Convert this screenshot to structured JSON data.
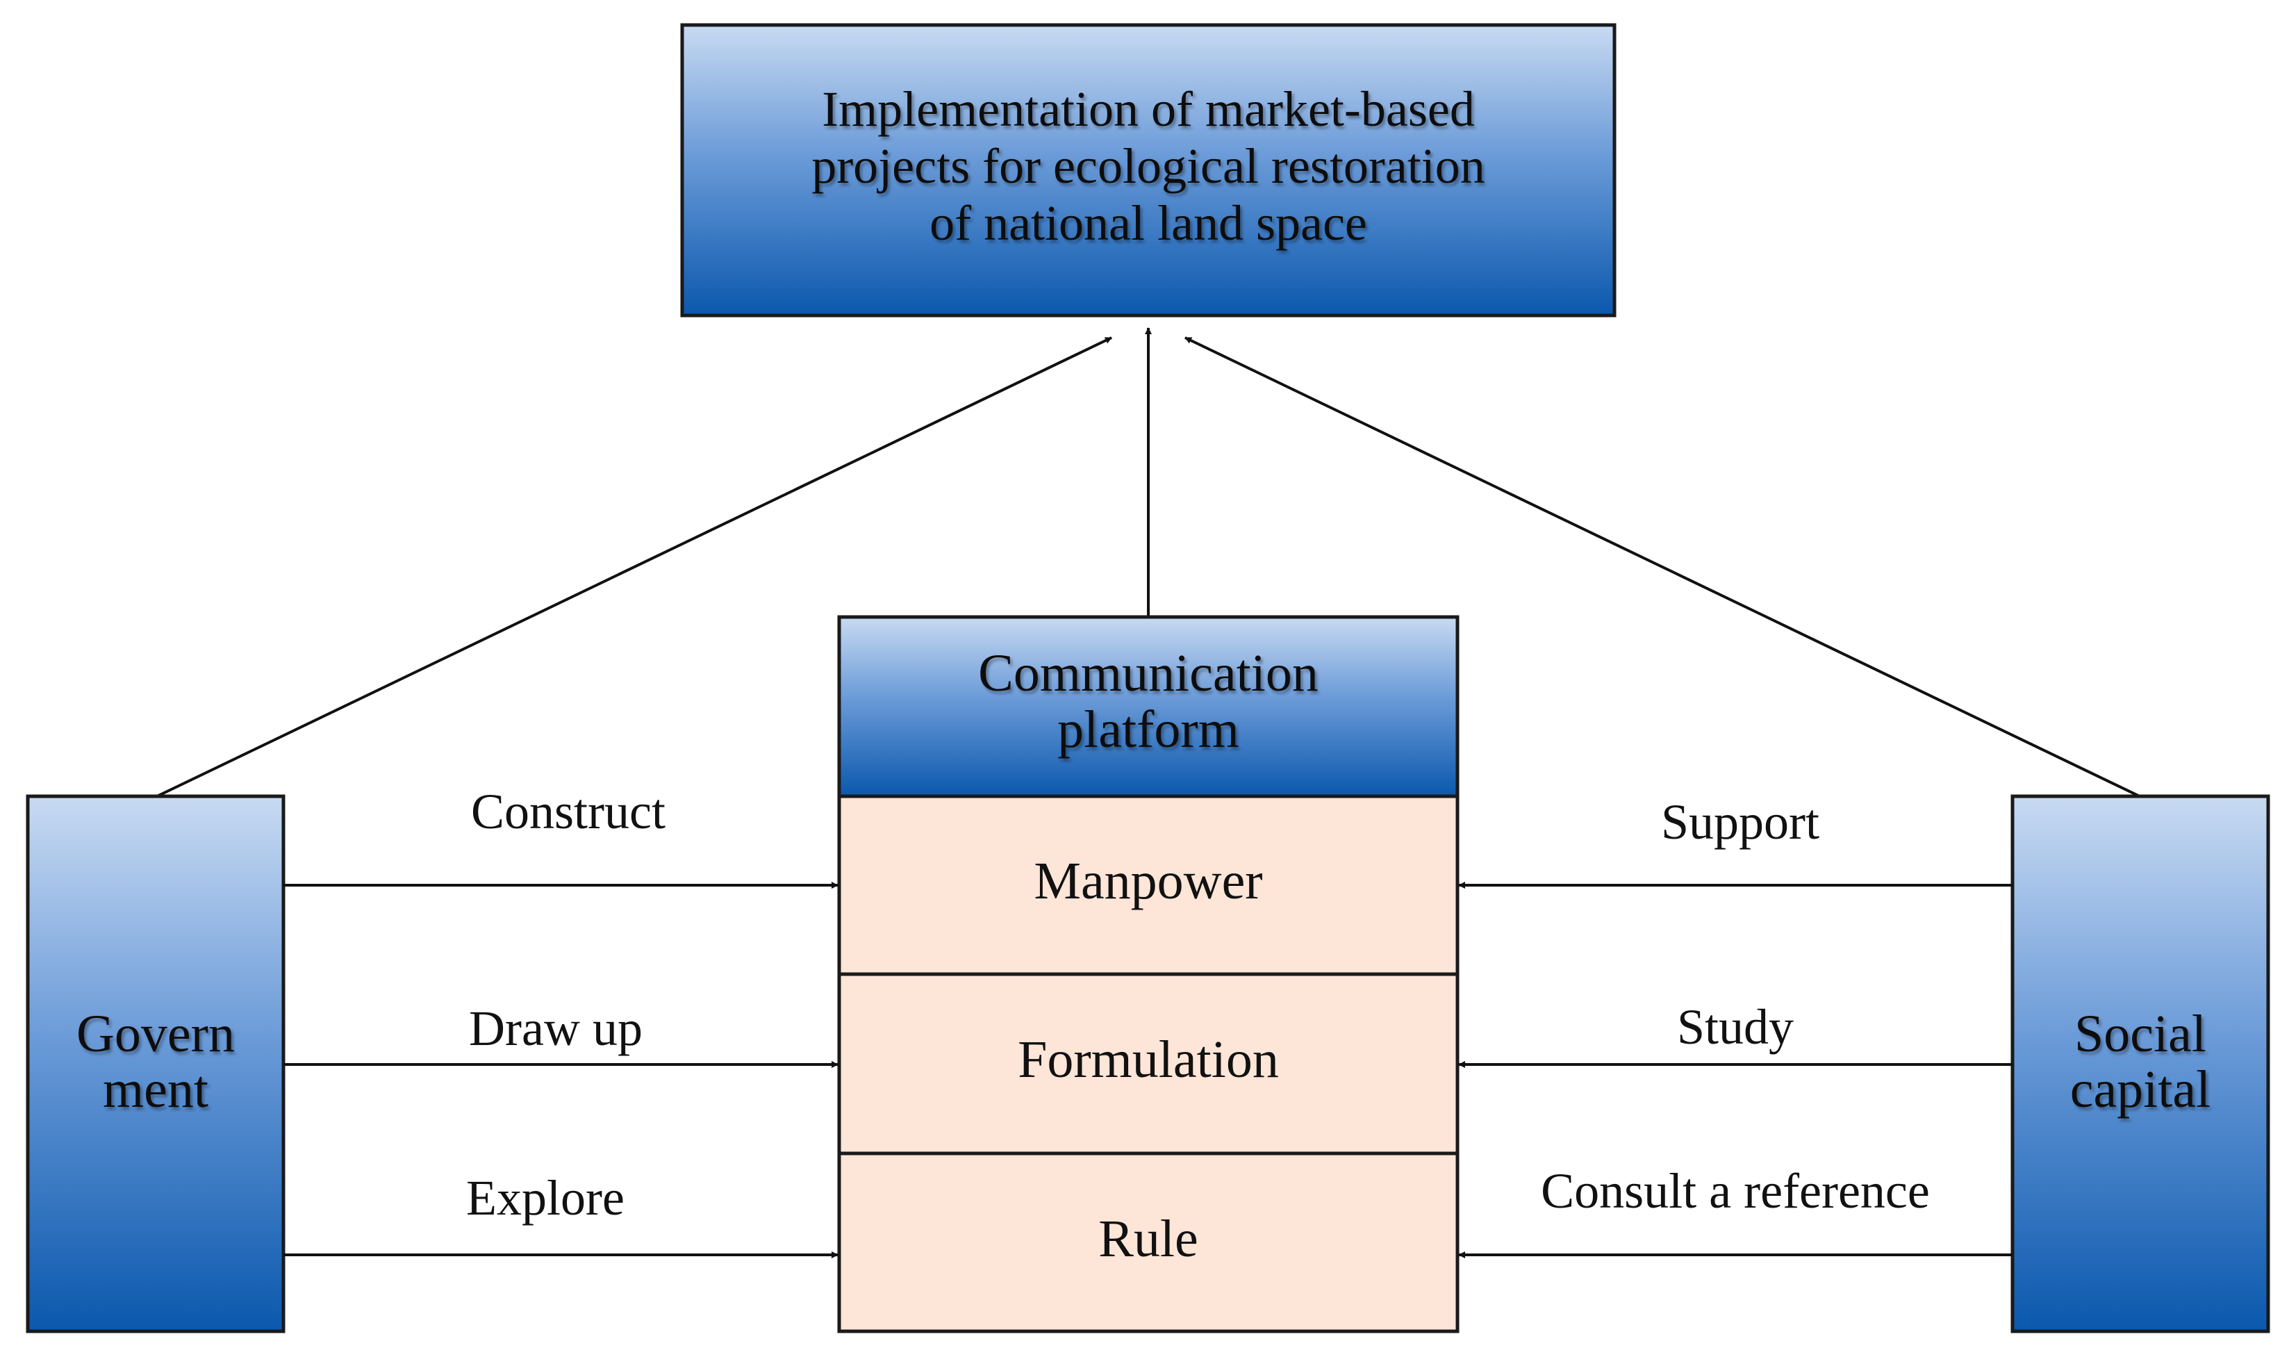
{
  "colors": {
    "blue_top": "#c6d9f1",
    "blue_bottom": "#0a5ab0",
    "peach_fill": "#fde5d8",
    "border": "#1a1a1a",
    "text": "#111111"
  },
  "goal_box": {
    "lines": [
      "Implementation of market-based",
      "projects for ecological restoration",
      "of national land space"
    ]
  },
  "platform": {
    "header_lines": [
      "Communication",
      "platform"
    ],
    "rows": [
      "Manpower",
      "Formulation",
      "Rule"
    ]
  },
  "government": {
    "lines": [
      "Govern",
      "ment"
    ]
  },
  "social_capital": {
    "lines": [
      "Social",
      "capital"
    ]
  },
  "left_arrows": [
    "Construct",
    "Draw up",
    "Explore"
  ],
  "right_arrows": [
    "Support",
    "Study",
    "Consult a reference"
  ]
}
